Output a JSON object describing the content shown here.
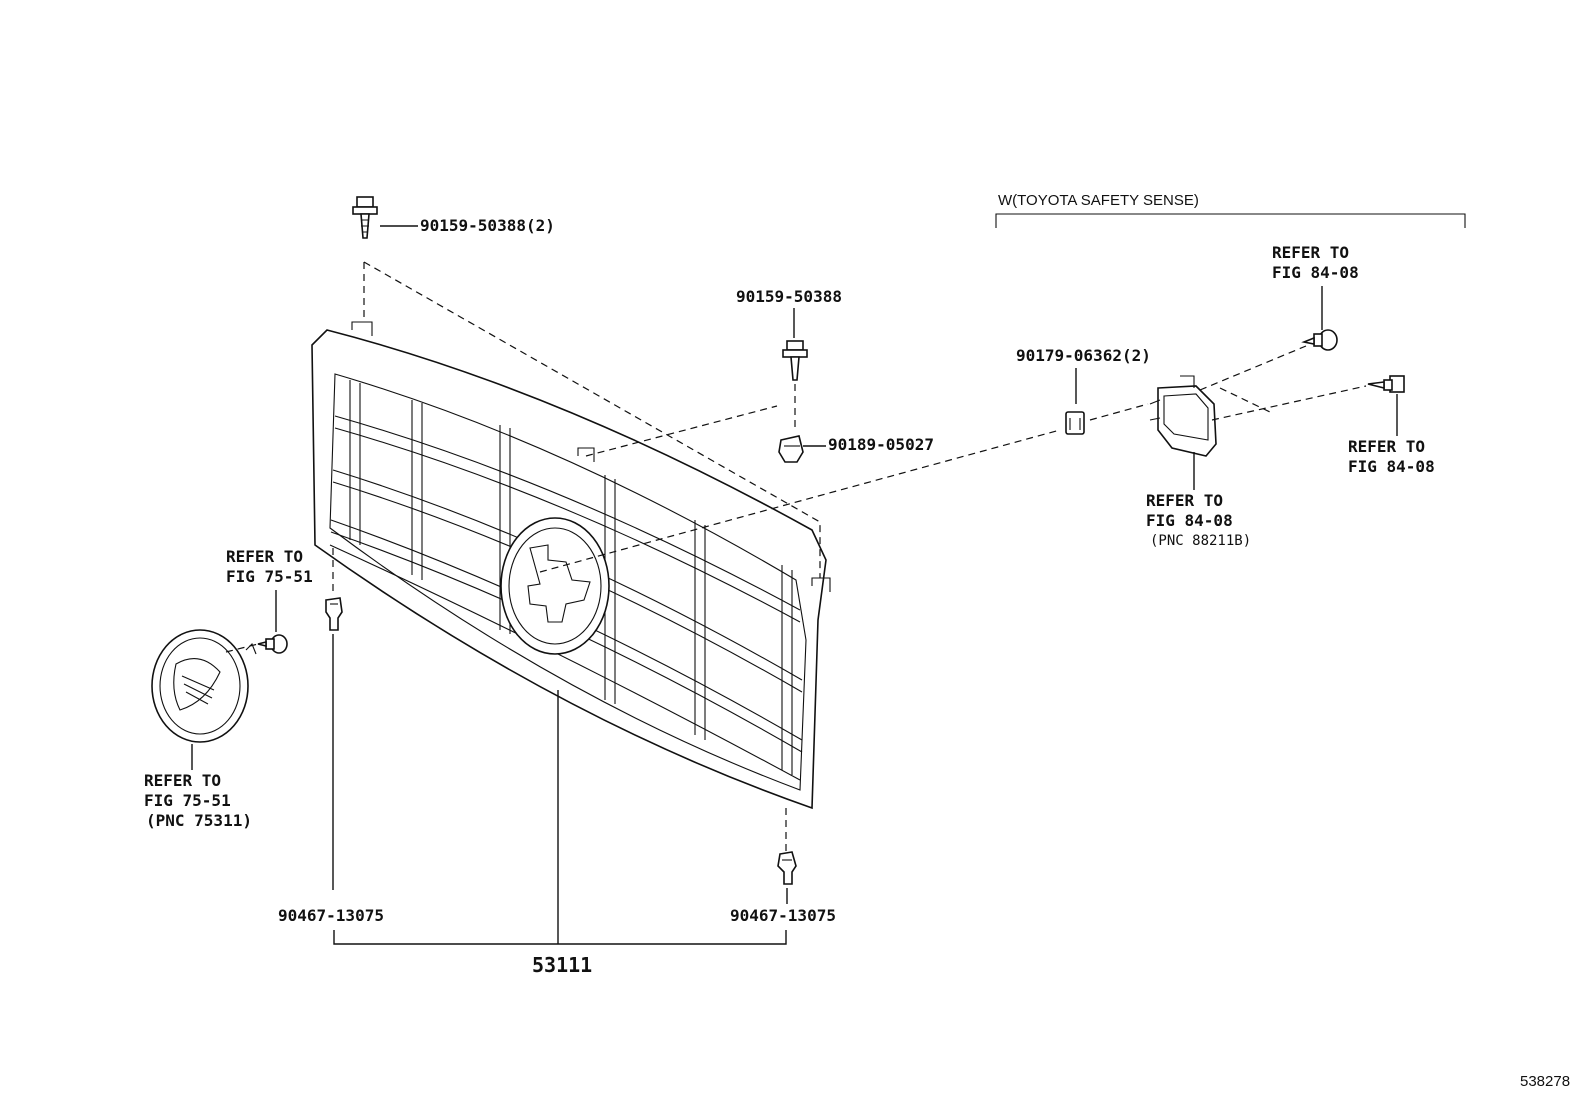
{
  "section_header": "W(TOYOTA SAFETY SENSE)",
  "labels": {
    "bolt_top_left": "90159-50388(2)",
    "bolt_center": "90159-50388",
    "nut_center": "90189-05027",
    "nut_right": "90179-06362(2)",
    "refer_top_right": [
      "REFER TO",
      "FIG 84-08"
    ],
    "refer_right": [
      "REFER TO",
      "FIG 84-08"
    ],
    "refer_sensor": [
      "REFER TO",
      "FIG 84-08",
      "(PNC 88211B)"
    ],
    "refer_emblem_bolt": [
      "REFER TO",
      "FIG 75-51"
    ],
    "refer_emblem": [
      "REFER TO",
      "FIG 75-51",
      "(PNC 75311)"
    ],
    "clip_left": "90467-13075",
    "clip_right": "90467-13075",
    "grille": "53111",
    "figure_id": "538278"
  }
}
